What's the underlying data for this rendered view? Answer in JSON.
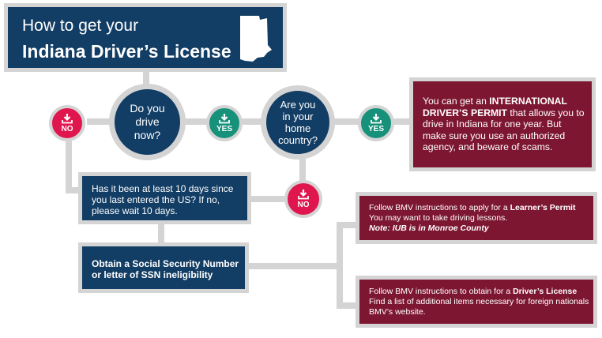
{
  "title": {
    "line1": "How to get your",
    "line2": "Indiana Driver’s License"
  },
  "questions": {
    "drive_now": [
      "Do you",
      "drive",
      "now?"
    ],
    "home_country": [
      "Are you",
      "in your",
      "home",
      "country?"
    ]
  },
  "badges": {
    "no": "NO",
    "yes": "YES"
  },
  "international_permit": {
    "pre": "You can get an ",
    "bold": "INTERNATIONAL DRIVER’S PERMIT",
    "post": " that allows you to drive in Indiana for one year. But make sure you use an authorized agency, and beware of scams."
  },
  "ten_days": "Has it been at least 10 days since you last entered the US? If no, please wait 10 days.",
  "ssn": "Obtain a Social Security Number or letter of SSN ineligibility",
  "learners": {
    "pre": "Follow BMV instructions to apply for a ",
    "bold": "Learner’s Permit",
    "line2": "You may want to take driving lessons.",
    "note": "Note: IUB is in Monroe County"
  },
  "license": {
    "pre": "Follow BMV instructions to obtain for a ",
    "bold": "Driver’s License",
    "line2": "Find a list of additional items necessary for foreign nationals BMV’s website."
  },
  "colors": {
    "navy": "#123d64",
    "maroon": "#7d1731",
    "no_red": "#e0164e",
    "yes_green": "#17917a",
    "connector_gray": "#d4d4d4"
  },
  "icons": {
    "state_outline": "indiana-state-icon",
    "download": "download-arrow-icon"
  }
}
